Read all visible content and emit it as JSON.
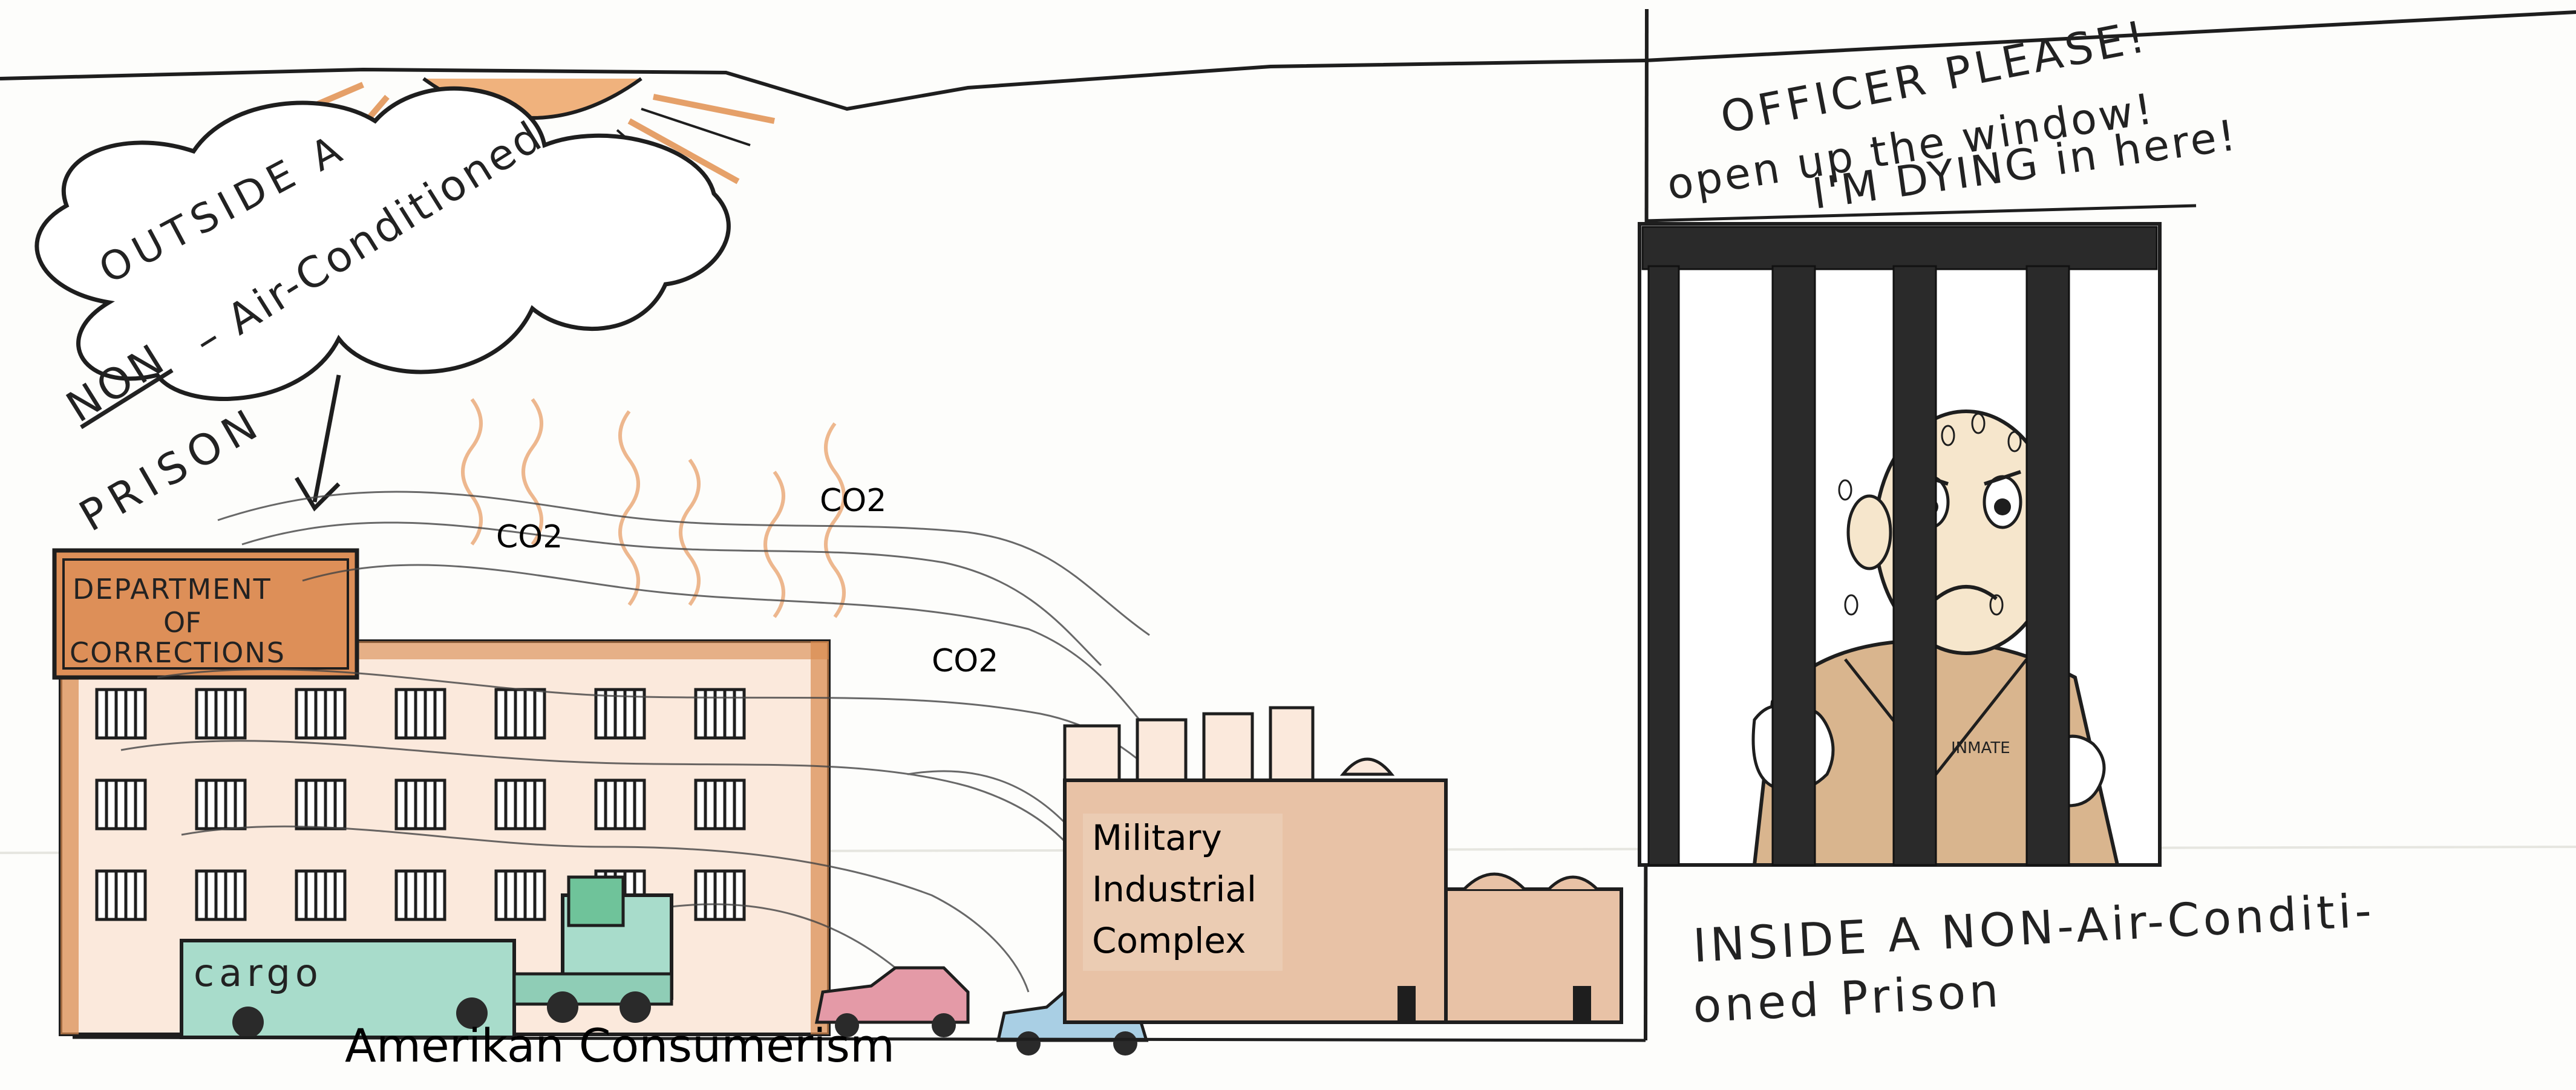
{
  "left_panel": {
    "caption_bubble": {
      "line1": "OUTSIDE A",
      "line2_word": "NON",
      "line2_rest": "– Air-Conditioned",
      "line3": "PRISON"
    },
    "prison_sign": [
      "DEPARTMENT",
      "OF",
      "CORRECTIONS"
    ],
    "truck_label": "cargo",
    "co2_labels": [
      "CO2",
      "CO2",
      "CO2"
    ],
    "factory_label": [
      "Military",
      "Industrial",
      "Complex"
    ],
    "bottom_caption": "Amerikan Consumerism"
  },
  "right_panel": {
    "speech": [
      "OFFICER PLEASE!",
      "open up the window!",
      "I'M DYING in here!"
    ],
    "shirt_label": "INMATE",
    "caption": [
      "INSIDE A NON-Air-Conditi-",
      "oned Prison"
    ]
  },
  "colors": {
    "ink": "#1e1e1e",
    "sun": "#e8a368",
    "brick": "#d98a4e",
    "factory": "#e8c2a6",
    "truck": "#9fd8c6",
    "skin": "#f6e6cc",
    "shirt": "#d9b58e",
    "car_pink": "#e49aa7",
    "car_blue": "#a9cfe4"
  }
}
